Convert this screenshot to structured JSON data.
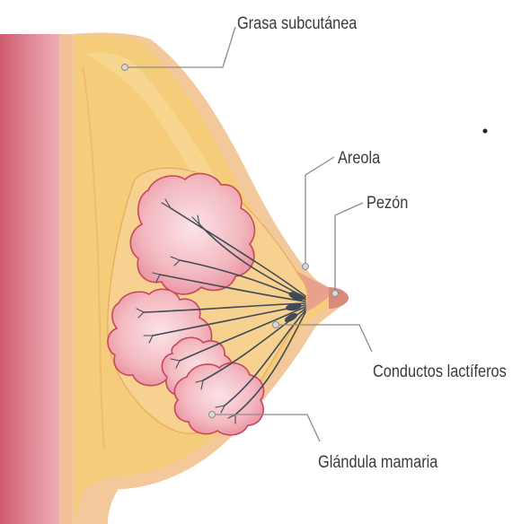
{
  "labels": {
    "fat": "Grasa subcutánea",
    "areola": "Areola",
    "nipple": "Pezón",
    "ducts": "Conductos lactíferos",
    "gland": "Glándula mamaria"
  },
  "colors": {
    "chest_wall_outer": "#e59aa6",
    "chest_wall_inner": "#d96f80",
    "skin": "#f3c89a",
    "fat": "#f5cc7a",
    "fat_highlight": "#f8dc98",
    "lobule_fill": "#f3b8c0",
    "lobule_edge": "#c7475b",
    "duct": "#3f4a55",
    "leader": "#8c8c8c"
  }
}
